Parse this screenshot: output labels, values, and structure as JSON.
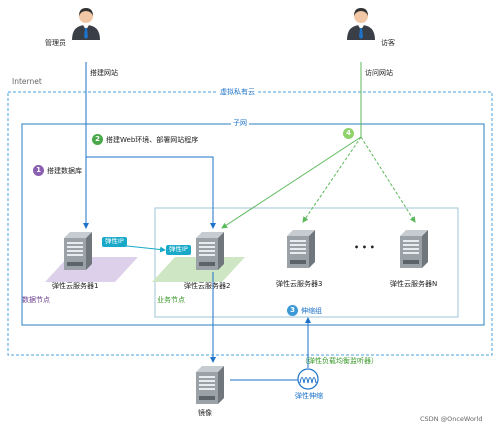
{
  "actors": {
    "admin_label": "管理员",
    "visitor_label": "访客",
    "admin_action": "搭建网站",
    "visitor_action": "访问网站"
  },
  "regions": {
    "internet": "Internet",
    "vpc": "虚拟私有云",
    "subnet": "子网",
    "data_node": "数据节点",
    "business_node": "业务节点"
  },
  "steps": {
    "s1_num": "1",
    "s1_label": "搭建数据库",
    "s2_num": "2",
    "s2_label": "搭建Web环境、部署网站程序",
    "s3_num": "3",
    "s3_label": "伸缩组",
    "s4_num": "4"
  },
  "servers": {
    "ecs1": "弹性云服务器1",
    "ecs2": "弹性云服务器2",
    "ecs3": "弹性云服务器3",
    "ecsn": "弹性云服务器N",
    "ellipsis": "• • •"
  },
  "eip": {
    "label1": "弹性IP",
    "label2": "弹性IP"
  },
  "lb_label": "（弹性负载均衡监听器）",
  "autoscale_label": "弹性伸缩",
  "image_label": "镜像",
  "watermark": "CSDN @OnceWorld",
  "colors": {
    "blue": "#1e73c8",
    "green": "#5cb85c",
    "purple": "#8a5fb0",
    "teal": "#18a9c9"
  }
}
